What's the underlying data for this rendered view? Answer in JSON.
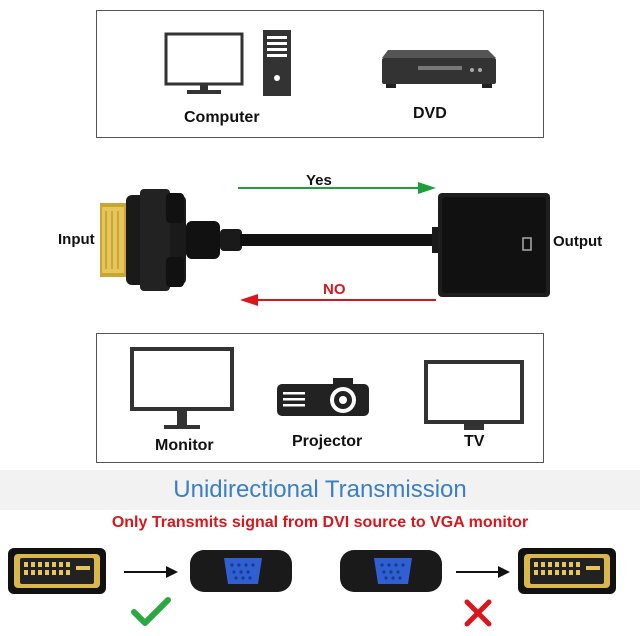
{
  "top_group": {
    "devices": [
      {
        "label": "Computer",
        "icon": "computer-icon"
      },
      {
        "label": "DVD",
        "icon": "dvd-player-icon"
      }
    ]
  },
  "adapter": {
    "input_label": "Input",
    "output_label": "Output",
    "yes_label": "Yes",
    "no_label": "NO",
    "yes_color": "#1f9e3b",
    "no_color": "#d9161b"
  },
  "bottom_group": {
    "devices": [
      {
        "label": "Monitor",
        "icon": "monitor-icon"
      },
      {
        "label": "Projector",
        "icon": "projector-icon"
      },
      {
        "label": "TV",
        "icon": "tv-icon"
      }
    ]
  },
  "caption": {
    "title": "Unidirectional Transmission",
    "subtitle": "Only Transmits signal from DVI source  to VGA monitor"
  },
  "examples": [
    {
      "result_icon": "check-icon",
      "color": "#2aa842"
    },
    {
      "result_icon": "cross-icon",
      "color": "#d9161b"
    }
  ]
}
